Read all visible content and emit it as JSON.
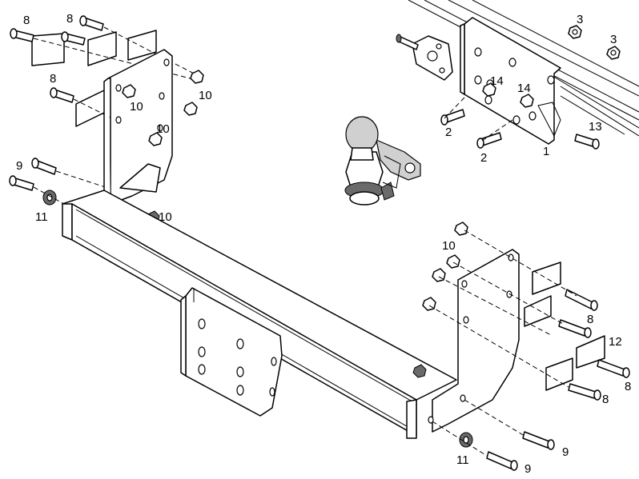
{
  "diagram": {
    "callouts": [
      {
        "id": "c-8a",
        "text": "8"
      },
      {
        "id": "c-8b",
        "text": "8"
      },
      {
        "id": "c-8c",
        "text": "8"
      },
      {
        "id": "c-9a",
        "text": "9"
      },
      {
        "id": "c-11a",
        "text": "11"
      },
      {
        "id": "c-10a",
        "text": "10"
      },
      {
        "id": "c-10b",
        "text": "10"
      },
      {
        "id": "c-10c",
        "text": "10"
      },
      {
        "id": "c-10d",
        "text": "10"
      },
      {
        "id": "c-3a",
        "text": "3"
      },
      {
        "id": "c-3b",
        "text": "3"
      },
      {
        "id": "c-14a",
        "text": "14"
      },
      {
        "id": "c-14b",
        "text": "14"
      },
      {
        "id": "c-2a",
        "text": "2"
      },
      {
        "id": "c-2b",
        "text": "2"
      },
      {
        "id": "c-13",
        "text": "13"
      },
      {
        "id": "c-1",
        "text": "1"
      },
      {
        "id": "c-10e",
        "text": "10"
      },
      {
        "id": "c-12",
        "text": "12"
      },
      {
        "id": "c-8d",
        "text": "8"
      },
      {
        "id": "c-8e",
        "text": "8"
      },
      {
        "id": "c-8f",
        "text": "8"
      },
      {
        "id": "c-9b",
        "text": "9"
      },
      {
        "id": "c-9c",
        "text": "9"
      },
      {
        "id": "c-11b",
        "text": "11"
      }
    ]
  }
}
